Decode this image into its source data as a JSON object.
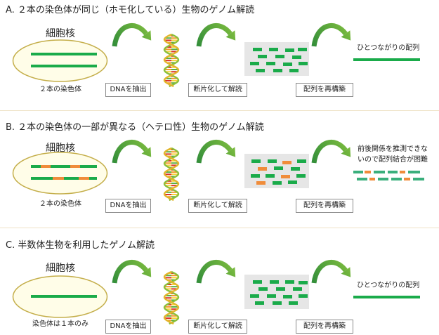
{
  "colors": {
    "chromosome": "#1aab4a",
    "variant": "#f08c3a",
    "fragment_teal": "#3aaf7c",
    "nucleus_fill": "#fffde8",
    "nucleus_border": "#c4ae4a",
    "panel": "#e6e6e6",
    "divider": "#eee2c6",
    "box_border": "#8a8a8a",
    "text": "#222222",
    "arrow_dark": "#2e8b3a",
    "arrow_light": "#8dc63f",
    "dna_strand_a": "#8cbf3a",
    "dna_strand_b": "#e2b52c",
    "dna_bases": [
      "#d9342b",
      "#f39a2b",
      "#f5d33a",
      "#5bb043"
    ]
  },
  "sections": [
    {
      "title": "A. ２本の染色体が同じ（ホモ化している）生物のゲノム解読",
      "nucleus_label": "細胞核",
      "chromosome_caption": "２本の染色体",
      "steps": [
        "DNAを抽出",
        "断片化して解読",
        "配列を再構築"
      ],
      "result": [
        "ひとつながりの配列"
      ]
    },
    {
      "title": "B. ２本の染色体の一部が異なる（ヘテロ性）生物のゲノム解読",
      "nucleus_label": "細胞核",
      "chromosome_caption": "２本の染色体",
      "steps": [
        "DNAを抽出",
        "断片化して解読",
        "配列を再構築"
      ],
      "result": [
        "前後関係を推測できな",
        "いので配列結合が困難"
      ]
    },
    {
      "title": "C. 半数体生物を利用したゲノム解読",
      "nucleus_label": "細胞核",
      "chromosome_caption": "染色体は１本のみ",
      "steps": [
        "DNAを抽出",
        "断片化して解読",
        "配列を再構築"
      ],
      "result": [
        "ひとつながりの配列"
      ]
    }
  ]
}
